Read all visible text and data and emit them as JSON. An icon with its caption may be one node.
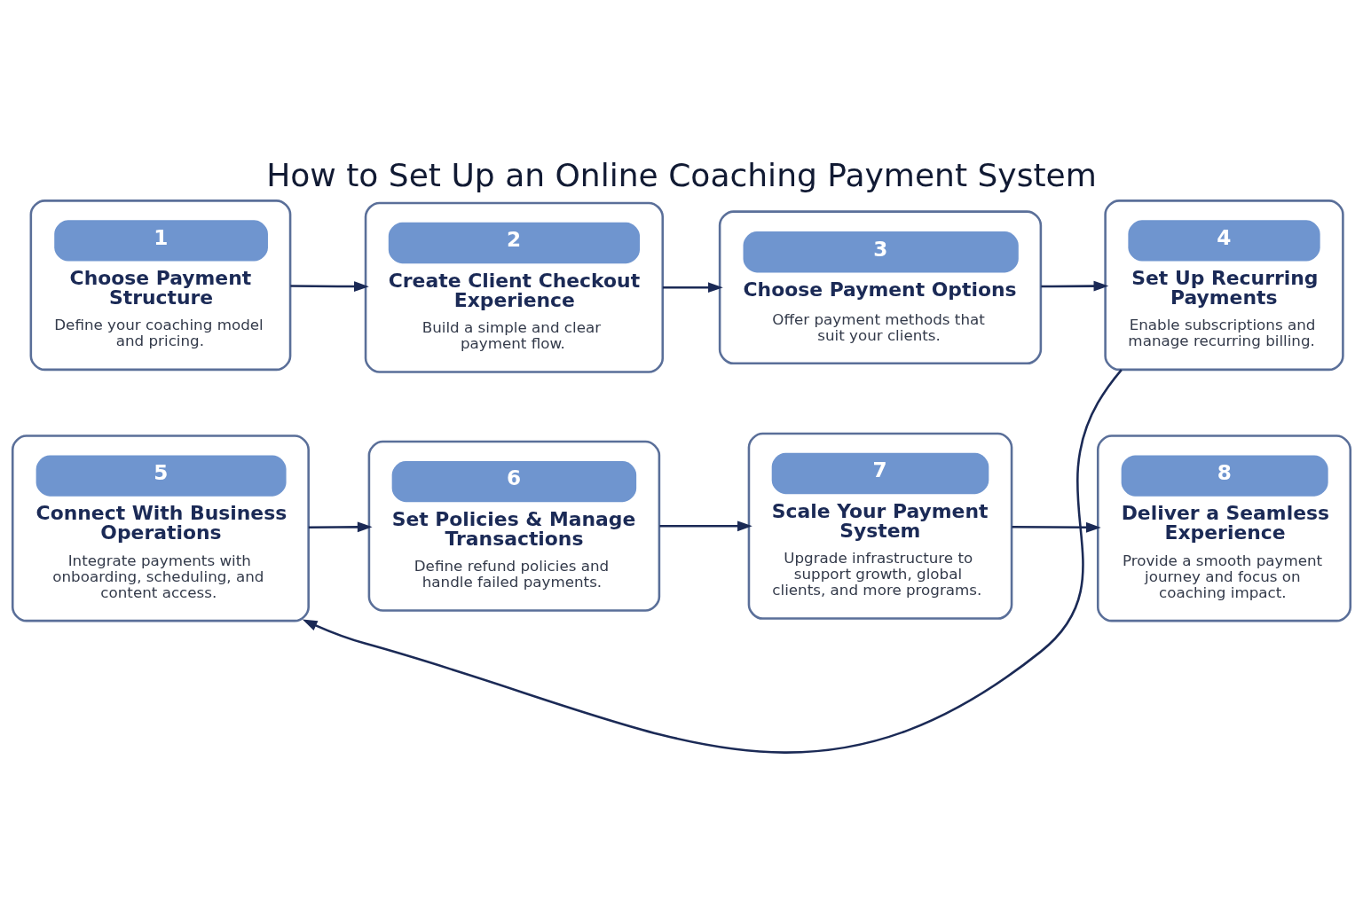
{
  "diagram": {
    "title": "How to Set Up an Online Coaching Payment System",
    "nodes": [
      {
        "text": [
          "1",
          "Choose Payment Structure",
          "Define your coaching model and pricing."
        ]
      },
      {
        "text": [
          "2",
          "Create Client Checkout Experience",
          "Build a simple and clear payment flow."
        ]
      },
      {
        "text": [
          "3",
          "Choose Payment Options",
          "Offer payment methods that suit your clients."
        ]
      },
      {
        "text": [
          "4",
          "Set Up Recurring Payments",
          "Enable subscriptions and manage recurring billing."
        ]
      },
      {
        "text": [
          "5",
          "Connect With Business Operations",
          "Integrate payments with onboarding, scheduling, and content access."
        ]
      },
      {
        "text": [
          "6",
          "Set Policies & Manage Transactions",
          "Define refund policies and handle failed payments."
        ]
      },
      {
        "text": [
          "7",
          "Scale Your Payment System",
          "Upgrade infrastructure to support growth, global clients, and more programs."
        ]
      },
      {
        "text": [
          "8",
          "Deliver a Seamless Experience",
          "Provide a smooth payment journey and focus on coaching impact."
        ]
      }
    ],
    "edges": [
      {
        "from": 0,
        "to": 1,
        "arrow": "to"
      },
      {
        "from": 1,
        "to": 2,
        "arrow": "to"
      },
      {
        "from": 2,
        "to": 3,
        "arrow": "to"
      },
      {
        "from": 3,
        "to": 4,
        "arrow": "to"
      },
      {
        "from": 4,
        "to": 5,
        "arrow": "to"
      },
      {
        "from": 5,
        "to": 6,
        "arrow": "to"
      },
      {
        "from": 6,
        "to": 7,
        "arrow": "to"
      }
    ]
  }
}
